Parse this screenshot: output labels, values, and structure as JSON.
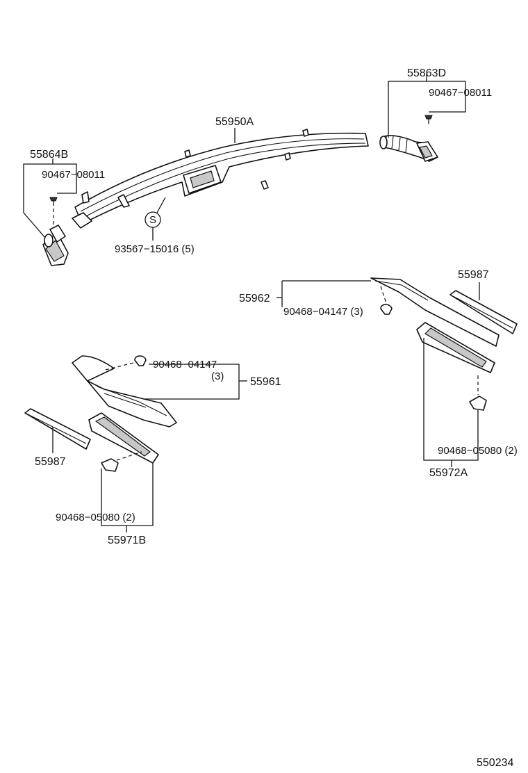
{
  "labels": {
    "p55863D": "55863D",
    "p90467_top_right": "90467−08011",
    "p55950A": "55950A",
    "p55864B": "55864B",
    "p90467_left": "90467−08011",
    "p93567": "93567−15016 (5)",
    "symbol_s": "S",
    "p55987_right": "55987",
    "p55962": "55962",
    "p90468_04147_right": "90468−04147 (3)",
    "p90468_04147_left": "90468−04147",
    "qty_3": "(3)",
    "p55961": "55961",
    "p55987_left": "55987",
    "p90468_05080_right": "90468−05080 (2)",
    "p55972A": "55972A",
    "p90468_05080_left": "90468−05080 (2)",
    "p55971B": "55971B",
    "figure_number": "550234"
  }
}
